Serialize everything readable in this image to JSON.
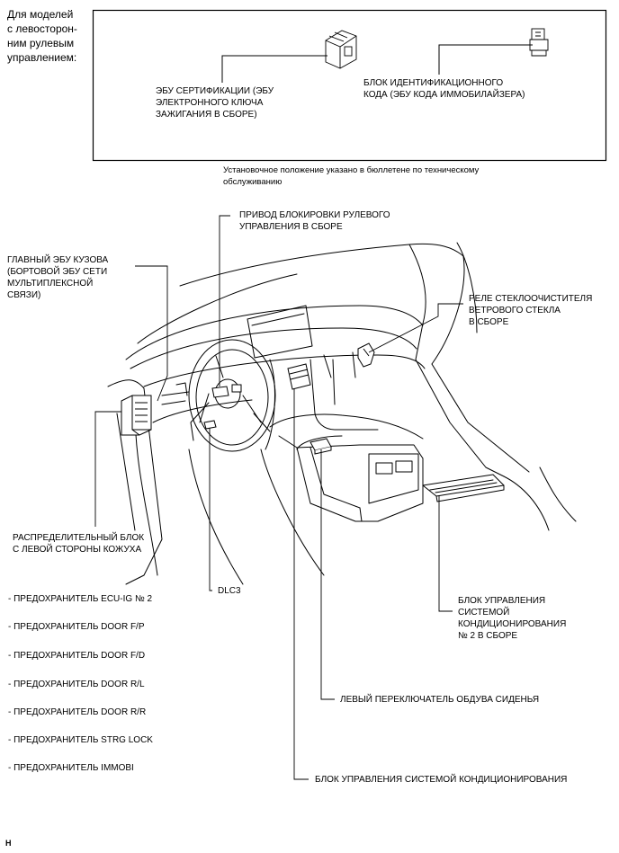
{
  "lhd_note": "Для моделей\nс левосторон-\nним рулевым\nуправлением:",
  "inset": {
    "cert_ecu": "ЭБУ СЕРТИФИКАЦИИ (ЭБУ\nЭЛЕКТРОННОГО КЛЮЧА\nЗАЖИГАНИЯ В СБОРЕ)",
    "id_code_box": "БЛОК ИДЕНТИФИКАЦИОННОГО\nКОДА (ЭБУ КОДА ИММОБИЛАЙЗЕРА)"
  },
  "bulletin_note": "Установочное положение указано в бюллетене по техническому\nобслуживанию",
  "labels": {
    "steering_lock": "ПРИВОД БЛОКИРОВКИ РУЛЕВОГО\nУПРАВЛЕНИЯ В СБОРЕ",
    "main_body_ecu": "ГЛАВНЫЙ ЭБУ КУЗОВА\n(БОРТОВОЙ ЭБУ СЕТИ\nМУЛЬТИПЛЕКСНОЙ\nСВЯЗИ)",
    "wiper_relay": "РЕЛЕ СТЕКЛООЧИСТИТЕЛЯ\nВЕТРОВОГО СТЕКЛА\nВ СБОРЕ",
    "junction_block": "РАСПРЕДЕЛИТЕЛЬНЫЙ БЛОК\nС ЛЕВОЙ СТОРОНЫ КОЖУХА",
    "dlc3": "DLC3",
    "ac_control_2": "БЛОК УПРАВЛЕНИЯ\nСИСТЕМОЙ\nКОНДИЦИОНИРОВАНИЯ\n№ 2 В СБОРЕ",
    "seat_blower_switch": "ЛЕВЫЙ ПЕРЕКЛЮЧАТЕЛЬ ОБДУВА СИДЕНЬЯ",
    "ac_control": "БЛОК УПРАВЛЕНИЯ СИСТЕМОЙ КОНДИЦИОНИРОВАНИЯ"
  },
  "fuses": [
    "- ПРЕДОХРАНИТЕЛЬ ECU-IG № 2",
    "- ПРЕДОХРАНИТЕЛЬ DOOR F/P",
    "- ПРЕДОХРАНИТЕЛЬ DOOR F/D",
    "- ПРЕДОХРАНИТЕЛЬ DOOR R/L",
    "- ПРЕДОХРАНИТЕЛЬ DOOR R/R",
    "- ПРЕДОХРАНИТЕЛЬ STRG LOCK",
    "- ПРЕДОХРАНИТЕЛЬ IMMOBI"
  ],
  "figure_code": "H"
}
